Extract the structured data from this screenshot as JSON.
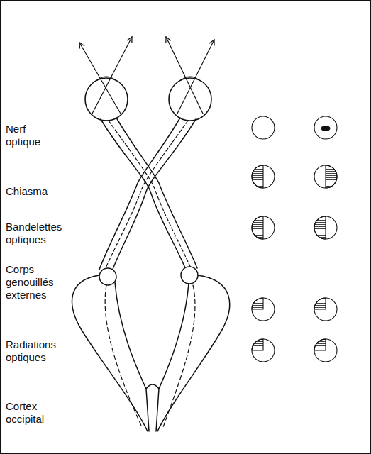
{
  "diagram": {
    "labels": [
      "Nerf optique",
      "Chiasma",
      "Bandelettes optiques",
      "Corps genouillés externes",
      "Radiations optiques",
      "Cortex occipital"
    ]
  }
}
